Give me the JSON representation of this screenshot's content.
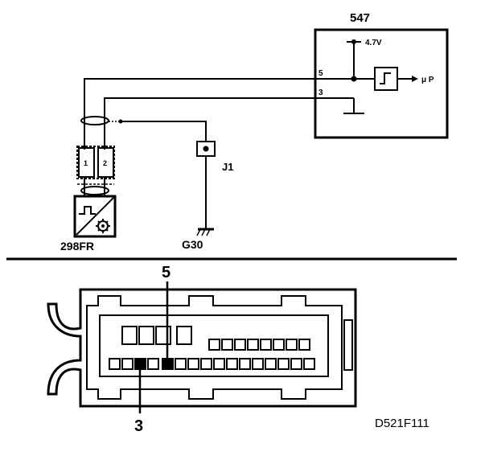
{
  "labels": {
    "ecu": "547",
    "voltage": "4.7V",
    "pin5": "5",
    "pin3": "3",
    "micro": "μ P",
    "sensor": "298FR",
    "pin1": "1",
    "pin2": "2",
    "junction": "J1",
    "ground": "G30",
    "callout_5": "5",
    "callout_3": "3",
    "diagram_id": "D521F111"
  }
}
